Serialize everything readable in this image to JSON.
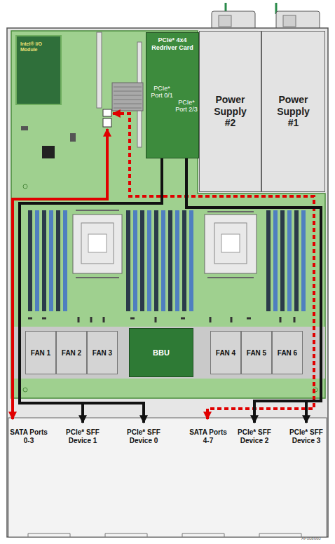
{
  "diagram": {
    "nodes": [
      {
        "text": [
          "Intel® I/O Module"
        ]
      },
      {
        "text": [
          "PCIe* 4x4 Redriver Card"
        ]
      },
      {
        "text": [
          "PCIe* Port 0/1"
        ],
        "in": 1
      },
      {
        "text": [
          "PCIe* Port 2/3"
        ],
        "in": 1
      },
      {
        "text": [
          "Power Supply #2"
        ]
      },
      {
        "text": [
          "Power Supply #1"
        ]
      },
      {
        "text": [
          "FAN 1"
        ]
      },
      {
        "text": [
          "FAN 2"
        ]
      },
      {
        "text": [
          "FAN 3"
        ]
      },
      {
        "text": [
          "BBU"
        ]
      },
      {
        "text": [
          "FAN 4"
        ]
      },
      {
        "text": [
          "FAN 5"
        ]
      },
      {
        "text": [
          "FAN 6"
        ]
      },
      {
        "text": [
          "SATA Ports 0-3"
        ]
      },
      {
        "text": [
          "PCIe* SFF Device 1"
        ]
      },
      {
        "text": [
          "PCIe* SFF Device 0"
        ]
      },
      {
        "text": [
          "SATA Ports 4-7"
        ]
      },
      {
        "text": [
          "PCIe* SFF Device 2"
        ]
      },
      {
        "text": [
          "PCIe* SFF Device 3"
        ]
      }
    ],
    "edges": [
      {
        "from": 2,
        "to": 14,
        "arrow": "both"
      },
      {
        "from": 2,
        "to": 15,
        "arrow": "both"
      },
      {
        "from": 3,
        "to": 17,
        "arrow": "both"
      },
      {
        "from": 3,
        "to": 18,
        "arrow": "both"
      }
    ],
    "labels": [
      "AF008660"
    ]
  }
}
